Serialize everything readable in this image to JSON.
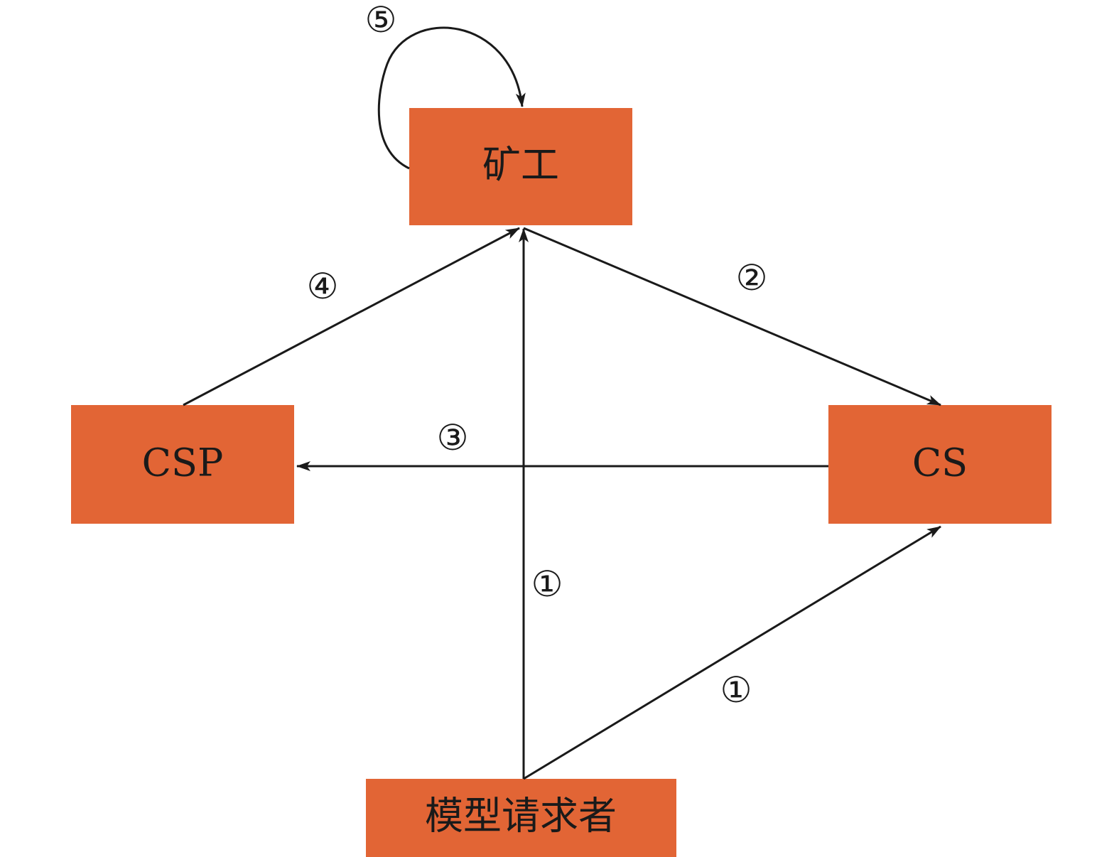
{
  "colors": {
    "node_fill": "#e26535",
    "edge": "#1a1a1a",
    "text": "#1a1a1a",
    "background": "#ffffff"
  },
  "nodes": {
    "miner": "矿工",
    "csp": "CSP",
    "cs": "CS",
    "requester": "模型请求者"
  },
  "steps": {
    "step5": "⑤",
    "step4": "④",
    "step2": "②",
    "step3": "③",
    "step1_center": "①",
    "step1_right": "①"
  }
}
